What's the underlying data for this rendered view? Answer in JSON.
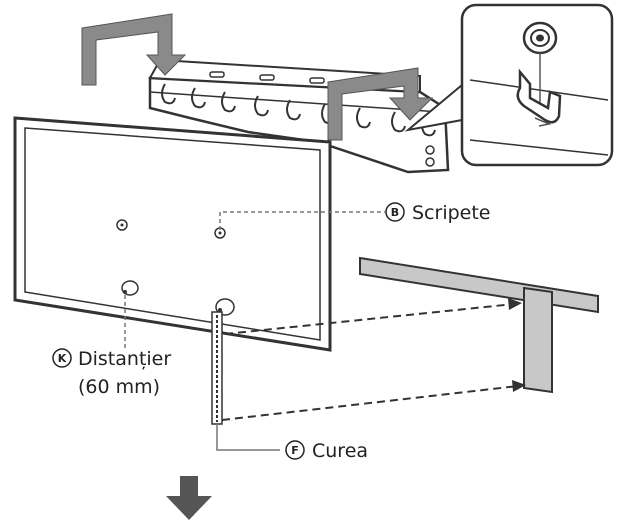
{
  "labels": {
    "pulley": {
      "marker": "B",
      "text": "Scripete"
    },
    "spacer": {
      "marker": "K",
      "text": "Distanțier",
      "note": "(60 mm)"
    },
    "strap": {
      "marker": "F",
      "text": "Curea"
    }
  },
  "colors": {
    "line": "#333333",
    "gray_arrow": "#8a8a8a",
    "panel_fill": "#ffffff",
    "bracket_fill": "#ffffff",
    "post_fill": "#c8c8c8",
    "dark_arrow": "#555555"
  },
  "icons": [
    "down-arrow-icon",
    "pulley-icon",
    "hook-icon",
    "zoom-callout-icon"
  ]
}
